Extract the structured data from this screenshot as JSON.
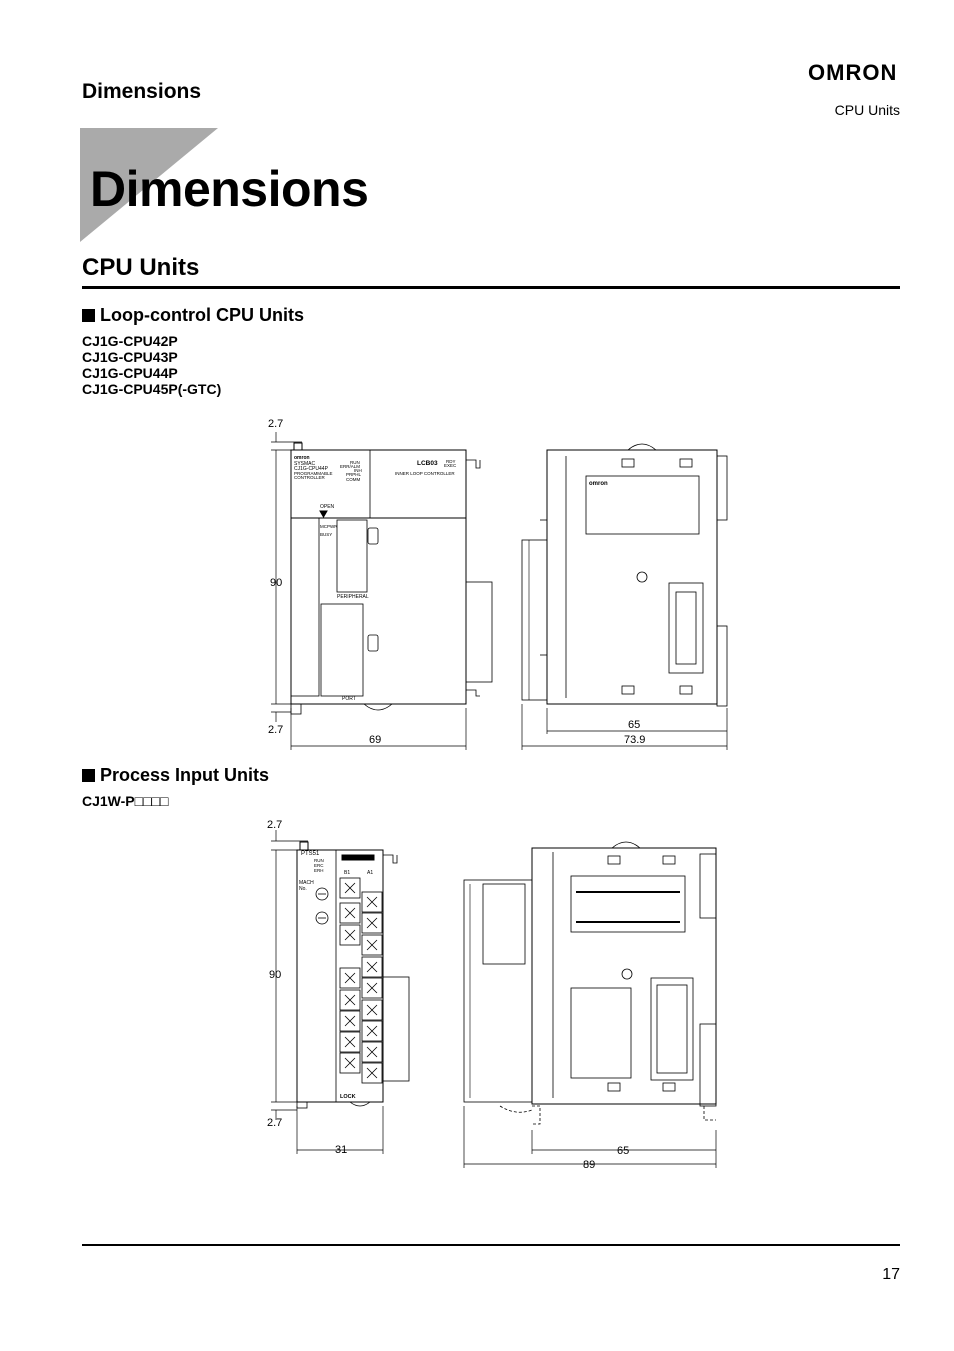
{
  "header": {
    "section_title": "Dimensions",
    "brand": "OMRON",
    "subtitle": "CPU Units"
  },
  "banner": {
    "title": "Dimensions"
  },
  "section": {
    "title": "CPU Units"
  },
  "loop_control": {
    "heading": "Loop-control CPU Units",
    "models": [
      "CJ1G-CPU42P",
      "CJ1G-CPU43P",
      "CJ1G-CPU44P",
      "CJ1G-CPU45P(-GTC)"
    ],
    "drawing": {
      "dim_top": "2.7",
      "dim_height": "90",
      "dim_bottom": "2.7",
      "dim_width": "69",
      "dim_depth_inner": "65",
      "dim_depth_outer": "73.9",
      "panel": {
        "brand": "omron",
        "line1": "SYSMAC",
        "line2": "CJ1G-CPU44P",
        "line3": "PROGRAMMABLE",
        "line4": "CONTROLLER",
        "leds": [
          "RUN",
          "ERR/ALM",
          "INH",
          "PRPHL",
          "COMM"
        ],
        "lcb": "LCB03",
        "lcb_leds": [
          "RDY",
          "EXEC"
        ],
        "inner": "INNER LOOP CONTROLLER",
        "open": "OPEN",
        "mcpwr": "MCPWR",
        "busy": "BUSY",
        "peripheral": "PERIPHERAL",
        "port": "PORT"
      },
      "side_brand": "omron"
    }
  },
  "process_input": {
    "heading": "Process Input Units",
    "model": "CJ1W-P□□□□",
    "drawing": {
      "dim_top": "2.7",
      "dim_height": "90",
      "dim_bottom": "2.7",
      "dim_width": "31",
      "dim_depth_inner": "65",
      "dim_depth_outer": "89",
      "panel": {
        "model": "PTS51",
        "leds": [
          "RUN",
          "ERC",
          "ERH"
        ],
        "b1": "B1",
        "a1": "A1",
        "mach": "MACH",
        "no": "No.",
        "lock": "LOCK"
      }
    }
  },
  "footer": {
    "page": "17"
  }
}
